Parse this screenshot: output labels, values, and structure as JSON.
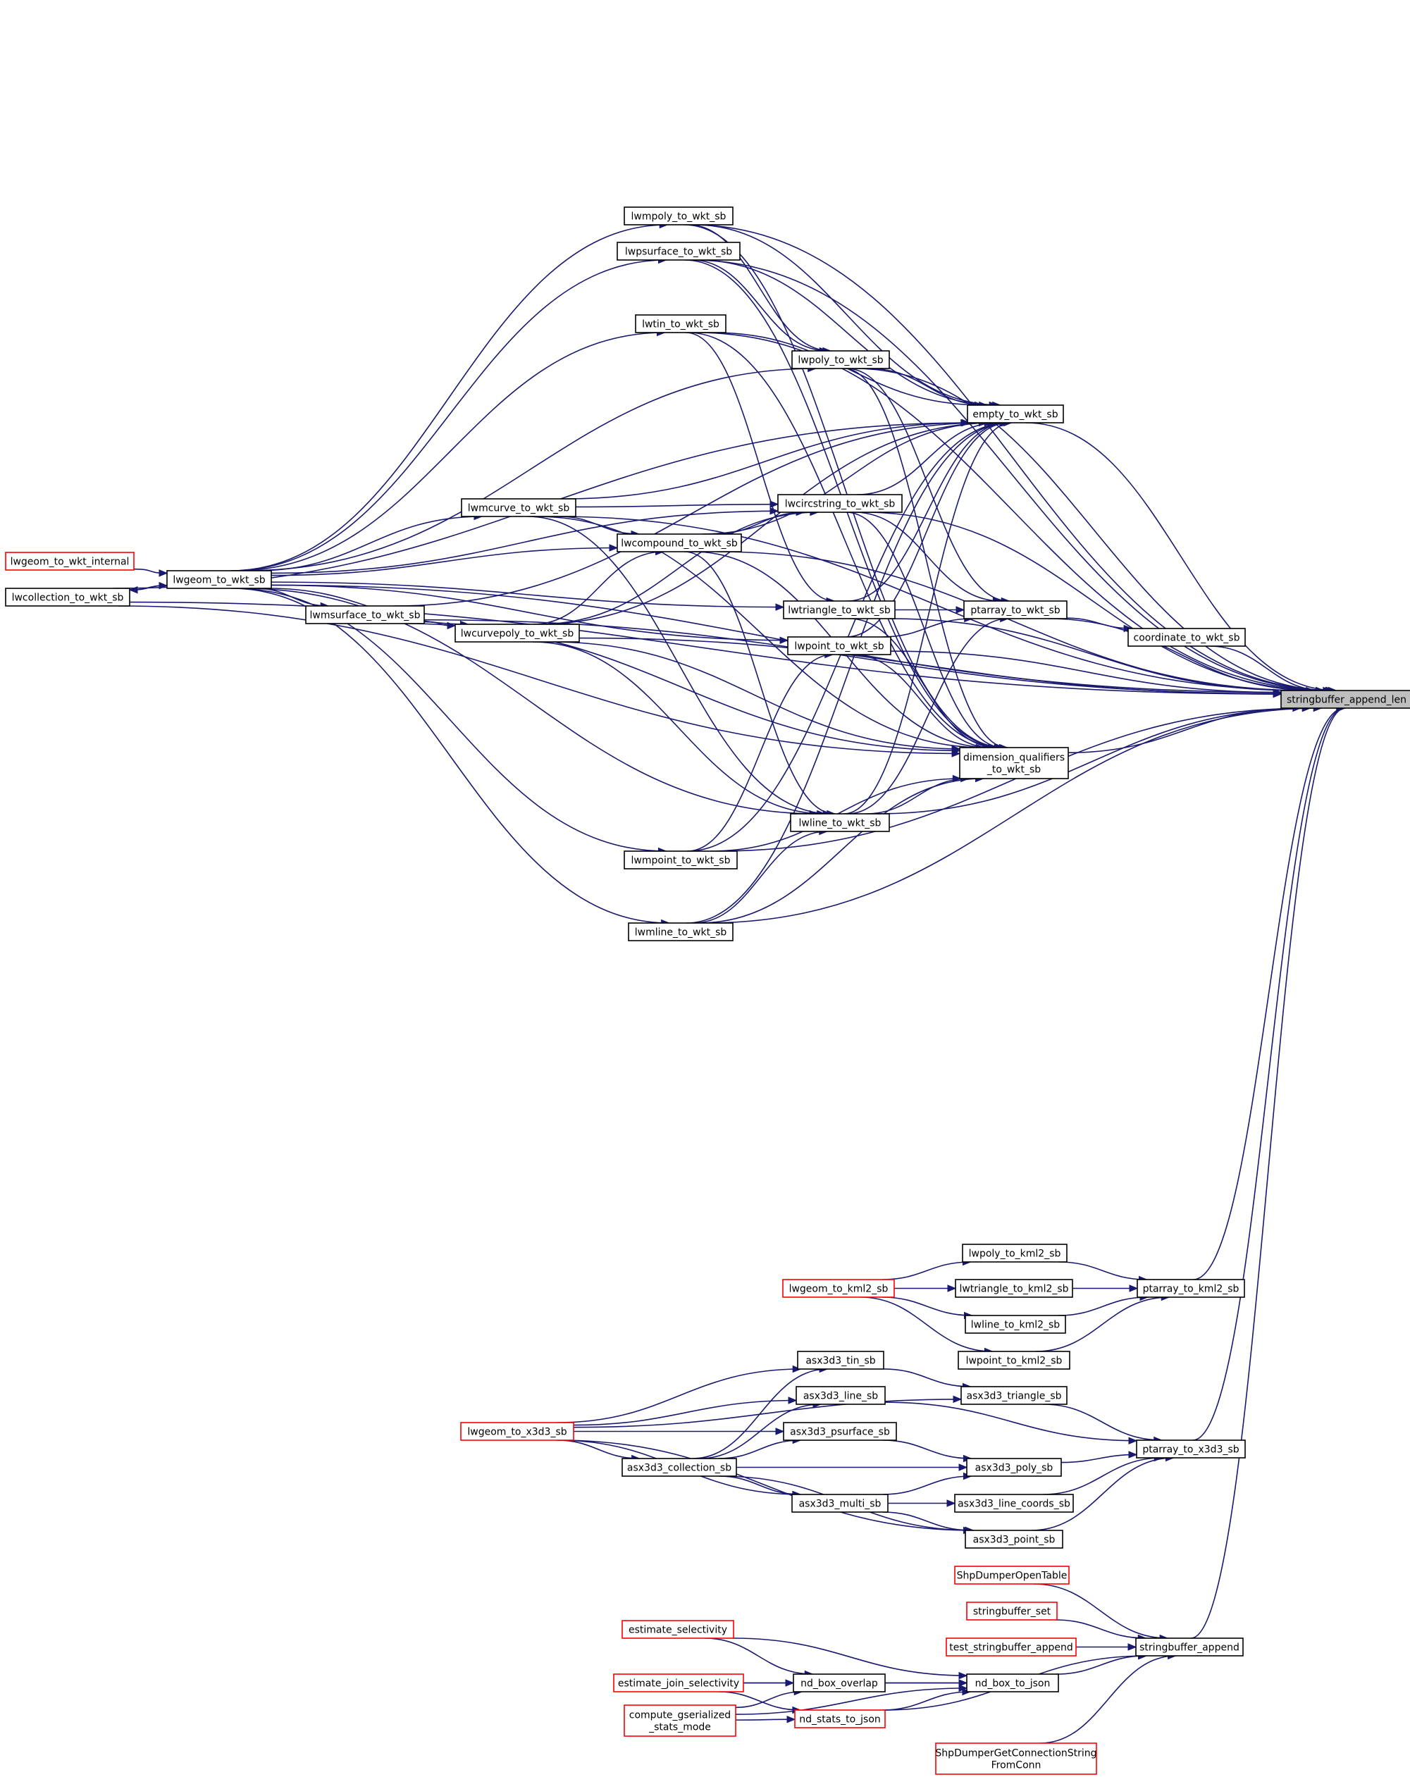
{
  "graph": {
    "kind": "doxygen caller graph",
    "colors": {
      "edge": "#191970",
      "node_border": "#000000",
      "truncated_border": "#ff0000",
      "root_fill": "#bfbfbf"
    },
    "nodes": [
      {
        "id": "stringbuffer_append_len",
        "lines": [
          "stringbuffer_append_len"
        ],
        "root": true
      },
      {
        "id": "empty_to_wkt_sb",
        "lines": [
          "empty_to_wkt_sb"
        ]
      },
      {
        "id": "lwmpoly_to_wkt_sb",
        "lines": [
          "lwmpoly_to_wkt_sb"
        ]
      },
      {
        "id": "lwpsurface_to_wkt_sb",
        "lines": [
          "lwpsurface_to_wkt_sb"
        ]
      },
      {
        "id": "lwtin_to_wkt_sb",
        "lines": [
          "lwtin_to_wkt_sb"
        ]
      },
      {
        "id": "lwpoly_to_wkt_sb",
        "lines": [
          "lwpoly_to_wkt_sb"
        ]
      },
      {
        "id": "lwcircstring_to_wkt_sb",
        "lines": [
          "lwcircstring_to_wkt_sb"
        ]
      },
      {
        "id": "lwmcurve_to_wkt_sb",
        "lines": [
          "lwmcurve_to_wkt_sb"
        ]
      },
      {
        "id": "lwcompound_to_wkt_sb",
        "lines": [
          "lwcompound_to_wkt_sb"
        ]
      },
      {
        "id": "lwgeom_to_wkt_internal",
        "lines": [
          "lwgeom_to_wkt_internal"
        ],
        "truncated": true
      },
      {
        "id": "lwgeom_to_wkt_sb",
        "lines": [
          "lwgeom_to_wkt_sb"
        ]
      },
      {
        "id": "lwcollection_to_wkt_sb",
        "lines": [
          "lwcollection_to_wkt_sb"
        ]
      },
      {
        "id": "lwmsurface_to_wkt_sb",
        "lines": [
          "lwmsurface_to_wkt_sb"
        ]
      },
      {
        "id": "lwcurvepoly_to_wkt_sb",
        "lines": [
          "lwcurvepoly_to_wkt_sb"
        ]
      },
      {
        "id": "lwtriangle_to_wkt_sb",
        "lines": [
          "lwtriangle_to_wkt_sb"
        ]
      },
      {
        "id": "lwpoint_to_wkt_sb",
        "lines": [
          "lwpoint_to_wkt_sb"
        ]
      },
      {
        "id": "ptarray_to_wkt_sb",
        "lines": [
          "ptarray_to_wkt_sb"
        ]
      },
      {
        "id": "coordinate_to_wkt_sb",
        "lines": [
          "coordinate_to_wkt_sb"
        ]
      },
      {
        "id": "dimension_qualifiers_to_wkt_sb",
        "lines": [
          "dimension_qualifiers",
          "_to_wkt_sb"
        ]
      },
      {
        "id": "lwline_to_wkt_sb",
        "lines": [
          "lwline_to_wkt_sb"
        ]
      },
      {
        "id": "lwmpoint_to_wkt_sb",
        "lines": [
          "lwmpoint_to_wkt_sb"
        ]
      },
      {
        "id": "lwmline_to_wkt_sb",
        "lines": [
          "lwmline_to_wkt_sb"
        ]
      },
      {
        "id": "lwpoly_to_kml2_sb",
        "lines": [
          "lwpoly_to_kml2_sb"
        ]
      },
      {
        "id": "lwgeom_to_kml2_sb",
        "lines": [
          "lwgeom_to_kml2_sb"
        ],
        "truncated": true
      },
      {
        "id": "lwtriangle_to_kml2_sb",
        "lines": [
          "lwtriangle_to_kml2_sb"
        ]
      },
      {
        "id": "ptarray_to_kml2_sb",
        "lines": [
          "ptarray_to_kml2_sb"
        ]
      },
      {
        "id": "lwline_to_kml2_sb",
        "lines": [
          "lwline_to_kml2_sb"
        ]
      },
      {
        "id": "lwpoint_to_kml2_sb",
        "lines": [
          "lwpoint_to_kml2_sb"
        ]
      },
      {
        "id": "asx3d3_tin_sb",
        "lines": [
          "asx3d3_tin_sb"
        ]
      },
      {
        "id": "asx3d3_triangle_sb",
        "lines": [
          "asx3d3_triangle_sb"
        ]
      },
      {
        "id": "asx3d3_line_sb",
        "lines": [
          "asx3d3_line_sb"
        ]
      },
      {
        "id": "lwgeom_to_x3d3_sb",
        "lines": [
          "lwgeom_to_x3d3_sb"
        ],
        "truncated": true
      },
      {
        "id": "asx3d3_psurface_sb",
        "lines": [
          "asx3d3_psurface_sb"
        ]
      },
      {
        "id": "ptarray_to_x3d3_sb",
        "lines": [
          "ptarray_to_x3d3_sb"
        ]
      },
      {
        "id": "asx3d3_collection_sb",
        "lines": [
          "asx3d3_collection_sb"
        ]
      },
      {
        "id": "asx3d3_poly_sb",
        "lines": [
          "asx3d3_poly_sb"
        ]
      },
      {
        "id": "asx3d3_multi_sb",
        "lines": [
          "asx3d3_multi_sb"
        ]
      },
      {
        "id": "asx3d3_line_coords_sb",
        "lines": [
          "asx3d3_line_coords_sb"
        ]
      },
      {
        "id": "asx3d3_point_sb",
        "lines": [
          "asx3d3_point_sb"
        ]
      },
      {
        "id": "ShpDumperOpenTable",
        "lines": [
          "ShpDumperOpenTable"
        ],
        "truncated": true
      },
      {
        "id": "stringbuffer_set",
        "lines": [
          "stringbuffer_set"
        ],
        "truncated": true
      },
      {
        "id": "test_stringbuffer_append",
        "lines": [
          "test_stringbuffer_append"
        ],
        "truncated": true
      },
      {
        "id": "stringbuffer_append",
        "lines": [
          "stringbuffer_append"
        ]
      },
      {
        "id": "estimate_selectivity",
        "lines": [
          "estimate_selectivity"
        ],
        "truncated": true
      },
      {
        "id": "estimate_join_selectivity",
        "lines": [
          "estimate_join_selectivity"
        ],
        "truncated": true
      },
      {
        "id": "nd_box_overlap",
        "lines": [
          "nd_box_overlap"
        ]
      },
      {
        "id": "nd_box_to_json",
        "lines": [
          "nd_box_to_json"
        ]
      },
      {
        "id": "compute_gserialized_stats_mode",
        "lines": [
          "compute_gserialized",
          "_stats_mode"
        ],
        "truncated": true
      },
      {
        "id": "nd_stats_to_json",
        "lines": [
          "nd_stats_to_json"
        ],
        "truncated": true
      },
      {
        "id": "ShpDumperGetConnectionStringFromConn",
        "lines": [
          "ShpDumperGetConnectionString",
          "FromConn"
        ],
        "truncated": true
      }
    ],
    "edges": [
      [
        "empty_to_wkt_sb",
        "stringbuffer_append_len"
      ],
      [
        "lwmpoly_to_wkt_sb",
        "stringbuffer_append_len"
      ],
      [
        "lwpsurface_to_wkt_sb",
        "stringbuffer_append_len"
      ],
      [
        "lwtin_to_wkt_sb",
        "stringbuffer_append_len"
      ],
      [
        "lwpoly_to_wkt_sb",
        "stringbuffer_append_len"
      ],
      [
        "lwcircstring_to_wkt_sb",
        "stringbuffer_append_len"
      ],
      [
        "lwmcurve_to_wkt_sb",
        "stringbuffer_append_len"
      ],
      [
        "lwcompound_to_wkt_sb",
        "stringbuffer_append_len"
      ],
      [
        "lwgeom_to_wkt_sb",
        "stringbuffer_append_len"
      ],
      [
        "lwcollection_to_wkt_sb",
        "stringbuffer_append_len"
      ],
      [
        "lwmsurface_to_wkt_sb",
        "stringbuffer_append_len"
      ],
      [
        "lwcurvepoly_to_wkt_sb",
        "stringbuffer_append_len"
      ],
      [
        "lwtriangle_to_wkt_sb",
        "stringbuffer_append_len"
      ],
      [
        "lwpoint_to_wkt_sb",
        "stringbuffer_append_len"
      ],
      [
        "ptarray_to_wkt_sb",
        "stringbuffer_append_len"
      ],
      [
        "coordinate_to_wkt_sb",
        "stringbuffer_append_len"
      ],
      [
        "dimension_qualifiers_to_wkt_sb",
        "stringbuffer_append_len"
      ],
      [
        "lwline_to_wkt_sb",
        "stringbuffer_append_len"
      ],
      [
        "lwmpoint_to_wkt_sb",
        "stringbuffer_append_len"
      ],
      [
        "lwmline_to_wkt_sb",
        "stringbuffer_append_len"
      ],
      [
        "ptarray_to_kml2_sb",
        "stringbuffer_append_len"
      ],
      [
        "ptarray_to_x3d3_sb",
        "stringbuffer_append_len"
      ],
      [
        "stringbuffer_append",
        "stringbuffer_append_len"
      ],
      [
        "ptarray_to_wkt_sb",
        "coordinate_to_wkt_sb"
      ],
      [
        "lwmpoly_to_wkt_sb",
        "empty_to_wkt_sb"
      ],
      [
        "lwpsurface_to_wkt_sb",
        "empty_to_wkt_sb"
      ],
      [
        "lwtin_to_wkt_sb",
        "empty_to_wkt_sb"
      ],
      [
        "lwpoly_to_wkt_sb",
        "empty_to_wkt_sb"
      ],
      [
        "lwcircstring_to_wkt_sb",
        "empty_to_wkt_sb"
      ],
      [
        "lwmcurve_to_wkt_sb",
        "empty_to_wkt_sb"
      ],
      [
        "lwcompound_to_wkt_sb",
        "empty_to_wkt_sb"
      ],
      [
        "lwmsurface_to_wkt_sb",
        "empty_to_wkt_sb"
      ],
      [
        "lwcurvepoly_to_wkt_sb",
        "empty_to_wkt_sb"
      ],
      [
        "lwtriangle_to_wkt_sb",
        "empty_to_wkt_sb"
      ],
      [
        "lwpoint_to_wkt_sb",
        "empty_to_wkt_sb"
      ],
      [
        "lwline_to_wkt_sb",
        "empty_to_wkt_sb"
      ],
      [
        "lwmpoint_to_wkt_sb",
        "empty_to_wkt_sb"
      ],
      [
        "lwmline_to_wkt_sb",
        "empty_to_wkt_sb"
      ],
      [
        "lwcollection_to_wkt_sb",
        "empty_to_wkt_sb"
      ],
      [
        "lwmpoly_to_wkt_sb",
        "dimension_qualifiers_to_wkt_sb"
      ],
      [
        "lwpsurface_to_wkt_sb",
        "dimension_qualifiers_to_wkt_sb"
      ],
      [
        "lwtin_to_wkt_sb",
        "dimension_qualifiers_to_wkt_sb"
      ],
      [
        "lwpoly_to_wkt_sb",
        "dimension_qualifiers_to_wkt_sb"
      ],
      [
        "lwcircstring_to_wkt_sb",
        "dimension_qualifiers_to_wkt_sb"
      ],
      [
        "lwmcurve_to_wkt_sb",
        "dimension_qualifiers_to_wkt_sb"
      ],
      [
        "lwcompound_to_wkt_sb",
        "dimension_qualifiers_to_wkt_sb"
      ],
      [
        "lwmsurface_to_wkt_sb",
        "dimension_qualifiers_to_wkt_sb"
      ],
      [
        "lwcurvepoly_to_wkt_sb",
        "dimension_qualifiers_to_wkt_sb"
      ],
      [
        "lwtriangle_to_wkt_sb",
        "dimension_qualifiers_to_wkt_sb"
      ],
      [
        "lwpoint_to_wkt_sb",
        "dimension_qualifiers_to_wkt_sb"
      ],
      [
        "lwline_to_wkt_sb",
        "dimension_qualifiers_to_wkt_sb"
      ],
      [
        "lwmpoint_to_wkt_sb",
        "dimension_qualifiers_to_wkt_sb"
      ],
      [
        "lwmline_to_wkt_sb",
        "dimension_qualifiers_to_wkt_sb"
      ],
      [
        "lwcollection_to_wkt_sb",
        "dimension_qualifiers_to_wkt_sb"
      ],
      [
        "lwpoly_to_wkt_sb",
        "ptarray_to_wkt_sb"
      ],
      [
        "lwcircstring_to_wkt_sb",
        "ptarray_to_wkt_sb"
      ],
      [
        "lwtriangle_to_wkt_sb",
        "ptarray_to_wkt_sb"
      ],
      [
        "lwpoint_to_wkt_sb",
        "ptarray_to_wkt_sb"
      ],
      [
        "lwline_to_wkt_sb",
        "ptarray_to_wkt_sb"
      ],
      [
        "lwmpoly_to_wkt_sb",
        "lwpoly_to_wkt_sb"
      ],
      [
        "lwpsurface_to_wkt_sb",
        "lwpoly_to_wkt_sb"
      ],
      [
        "lwgeom_to_wkt_sb",
        "lwpoly_to_wkt_sb"
      ],
      [
        "lwcurvepoly_to_wkt_sb",
        "lwcircstring_to_wkt_sb"
      ],
      [
        "lwmcurve_to_wkt_sb",
        "lwcircstring_to_wkt_sb"
      ],
      [
        "lwcompound_to_wkt_sb",
        "lwcircstring_to_wkt_sb"
      ],
      [
        "lwgeom_to_wkt_sb",
        "lwcircstring_to_wkt_sb"
      ],
      [
        "lwtin_to_wkt_sb",
        "lwtriangle_to_wkt_sb"
      ],
      [
        "lwgeom_to_wkt_sb",
        "lwtriangle_to_wkt_sb"
      ],
      [
        "lwmpoint_to_wkt_sb",
        "lwpoint_to_wkt_sb"
      ],
      [
        "lwgeom_to_wkt_sb",
        "lwpoint_to_wkt_sb"
      ],
      [
        "lwmline_to_wkt_sb",
        "lwline_to_wkt_sb"
      ],
      [
        "lwcompound_to_wkt_sb",
        "lwline_to_wkt_sb"
      ],
      [
        "lwmcurve_to_wkt_sb",
        "lwline_to_wkt_sb"
      ],
      [
        "lwcurvepoly_to_wkt_sb",
        "lwline_to_wkt_sb"
      ],
      [
        "lwgeom_to_wkt_sb",
        "lwline_to_wkt_sb"
      ],
      [
        "lwgeom_to_wkt_sb",
        "lwmpoly_to_wkt_sb"
      ],
      [
        "lwgeom_to_wkt_sb",
        "lwpsurface_to_wkt_sb"
      ],
      [
        "lwgeom_to_wkt_sb",
        "lwtin_to_wkt_sb"
      ],
      [
        "lwgeom_to_wkt_sb",
        "lwmcurve_to_wkt_sb"
      ],
      [
        "lwgeom_to_wkt_sb",
        "lwcompound_to_wkt_sb"
      ],
      [
        "lwmcurve_to_wkt_sb",
        "lwcompound_to_wkt_sb"
      ],
      [
        "lwcurvepoly_to_wkt_sb",
        "lwcompound_to_wkt_sb"
      ],
      [
        "lwmsurface_to_wkt_sb",
        "lwcurvepoly_to_wkt_sb"
      ],
      [
        "lwgeom_to_wkt_sb",
        "lwcurvepoly_to_wkt_sb"
      ],
      [
        "lwgeom_to_wkt_sb",
        "lwmsurface_to_wkt_sb"
      ],
      [
        "lwgeom_to_wkt_sb",
        "lwmpoint_to_wkt_sb"
      ],
      [
        "lwgeom_to_wkt_sb",
        "lwmline_to_wkt_sb"
      ],
      [
        "lwgeom_to_wkt_internal",
        "lwgeom_to_wkt_sb"
      ],
      [
        "lwcollection_to_wkt_sb",
        "lwgeom_to_wkt_sb"
      ],
      [
        "lwgeom_to_wkt_sb",
        "lwcollection_to_wkt_sb"
      ],
      [
        "lwpoly_to_kml2_sb",
        "ptarray_to_kml2_sb"
      ],
      [
        "lwtriangle_to_kml2_sb",
        "ptarray_to_kml2_sb"
      ],
      [
        "lwline_to_kml2_sb",
        "ptarray_to_kml2_sb"
      ],
      [
        "lwpoint_to_kml2_sb",
        "ptarray_to_kml2_sb"
      ],
      [
        "lwgeom_to_kml2_sb",
        "lwpoly_to_kml2_sb"
      ],
      [
        "lwgeom_to_kml2_sb",
        "lwtriangle_to_kml2_sb"
      ],
      [
        "lwgeom_to_kml2_sb",
        "lwline_to_kml2_sb"
      ],
      [
        "lwgeom_to_kml2_sb",
        "lwpoint_to_kml2_sb"
      ],
      [
        "asx3d3_triangle_sb",
        "ptarray_to_x3d3_sb"
      ],
      [
        "asx3d3_line_sb",
        "ptarray_to_x3d3_sb"
      ],
      [
        "asx3d3_poly_sb",
        "ptarray_to_x3d3_sb"
      ],
      [
        "asx3d3_line_coords_sb",
        "ptarray_to_x3d3_sb"
      ],
      [
        "asx3d3_point_sb",
        "ptarray_to_x3d3_sb"
      ],
      [
        "asx3d3_tin_sb",
        "asx3d3_triangle_sb"
      ],
      [
        "lwgeom_to_x3d3_sb",
        "asx3d3_triangle_sb"
      ],
      [
        "lwgeom_to_x3d3_sb",
        "asx3d3_tin_sb"
      ],
      [
        "asx3d3_collection_sb",
        "asx3d3_tin_sb"
      ],
      [
        "lwgeom_to_x3d3_sb",
        "asx3d3_line_sb"
      ],
      [
        "asx3d3_collection_sb",
        "asx3d3_line_sb"
      ],
      [
        "lwgeom_to_x3d3_sb",
        "asx3d3_psurface_sb"
      ],
      [
        "asx3d3_collection_sb",
        "asx3d3_psurface_sb"
      ],
      [
        "asx3d3_psurface_sb",
        "asx3d3_poly_sb"
      ],
      [
        "asx3d3_collection_sb",
        "asx3d3_poly_sb"
      ],
      [
        "asx3d3_multi_sb",
        "asx3d3_poly_sb"
      ],
      [
        "asx3d3_multi_sb",
        "asx3d3_line_coords_sb"
      ],
      [
        "asx3d3_multi_sb",
        "asx3d3_point_sb"
      ],
      [
        "asx3d3_collection_sb",
        "asx3d3_point_sb"
      ],
      [
        "lwgeom_to_x3d3_sb",
        "asx3d3_point_sb"
      ],
      [
        "lwgeom_to_x3d3_sb",
        "asx3d3_collection_sb"
      ],
      [
        "lwgeom_to_x3d3_sb",
        "asx3d3_multi_sb"
      ],
      [
        "asx3d3_collection_sb",
        "asx3d3_multi_sb"
      ],
      [
        "ShpDumperOpenTable",
        "stringbuffer_append"
      ],
      [
        "stringbuffer_set",
        "stringbuffer_append"
      ],
      [
        "test_stringbuffer_append",
        "stringbuffer_append"
      ],
      [
        "nd_box_to_json",
        "stringbuffer_append"
      ],
      [
        "nd_stats_to_json",
        "stringbuffer_append"
      ],
      [
        "ShpDumperGetConnectionStringFromConn",
        "stringbuffer_append"
      ],
      [
        "nd_box_overlap",
        "nd_box_to_json"
      ],
      [
        "estimate_selectivity",
        "nd_box_to_json"
      ],
      [
        "estimate_join_selectivity",
        "nd_box_to_json"
      ],
      [
        "compute_gserialized_stats_mode",
        "nd_box_to_json"
      ],
      [
        "nd_stats_to_json",
        "nd_box_to_json"
      ],
      [
        "estimate_selectivity",
        "nd_box_overlap"
      ],
      [
        "estimate_join_selectivity",
        "nd_box_overlap"
      ],
      [
        "compute_gserialized_stats_mode",
        "nd_box_overlap"
      ],
      [
        "estimate_join_selectivity",
        "nd_stats_to_json"
      ],
      [
        "compute_gserialized_stats_mode",
        "nd_stats_to_json"
      ]
    ]
  }
}
